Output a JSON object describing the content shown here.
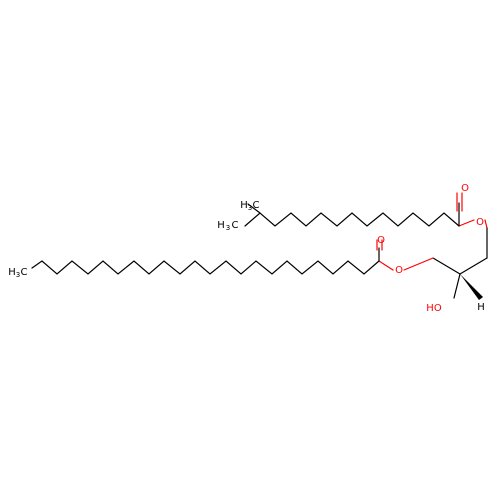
{
  "atoms": {
    "carbonyl_o_top": "O",
    "ester_o_top": "O",
    "carbonyl_o_bottom": "O",
    "ester_o_bottom": "O",
    "hydroxyl": "HO",
    "stereo_h": "H",
    "methyl_top": "H",
    "methyl_top_sub": "3",
    "methyl_top_c": "C",
    "ethyl_top": "H",
    "ethyl_top_sub": "3",
    "ethyl_top_c": "C",
    "methyl_bottom": "H",
    "methyl_bottom_sub": "3",
    "methyl_bottom_c": "C"
  },
  "colors": {
    "bond": "#000000",
    "oxygen": "#ff0000"
  }
}
